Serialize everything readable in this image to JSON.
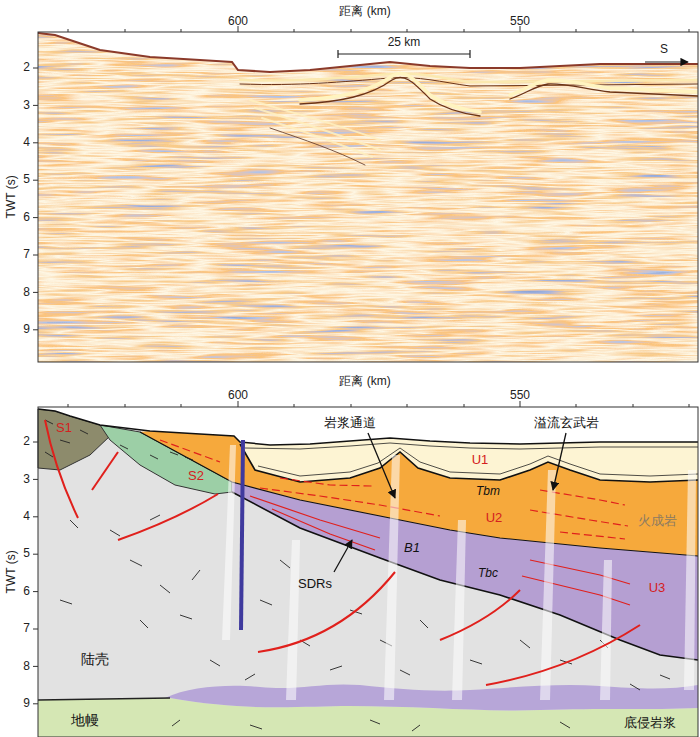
{
  "diagram": {
    "labels": [
      "距离 (km)",
      "600",
      "550",
      "25 km",
      "S",
      "TWT (s)",
      "2",
      "3",
      "4",
      "5",
      "6",
      "7",
      "8",
      "9",
      "距离 (km)",
      "600",
      "550",
      "TWT (s)",
      "2",
      "3",
      "4",
      "5",
      "6",
      "7",
      "8",
      "9",
      "S1",
      "S2",
      "岩浆通道",
      "溢流玄武岩",
      "U1",
      "Tbm",
      "U2",
      "火成岩",
      "B1",
      "Tbc",
      "U3",
      "SDRs",
      "陆壳",
      "底侵岩浆",
      "地幔"
    ]
  }
}
